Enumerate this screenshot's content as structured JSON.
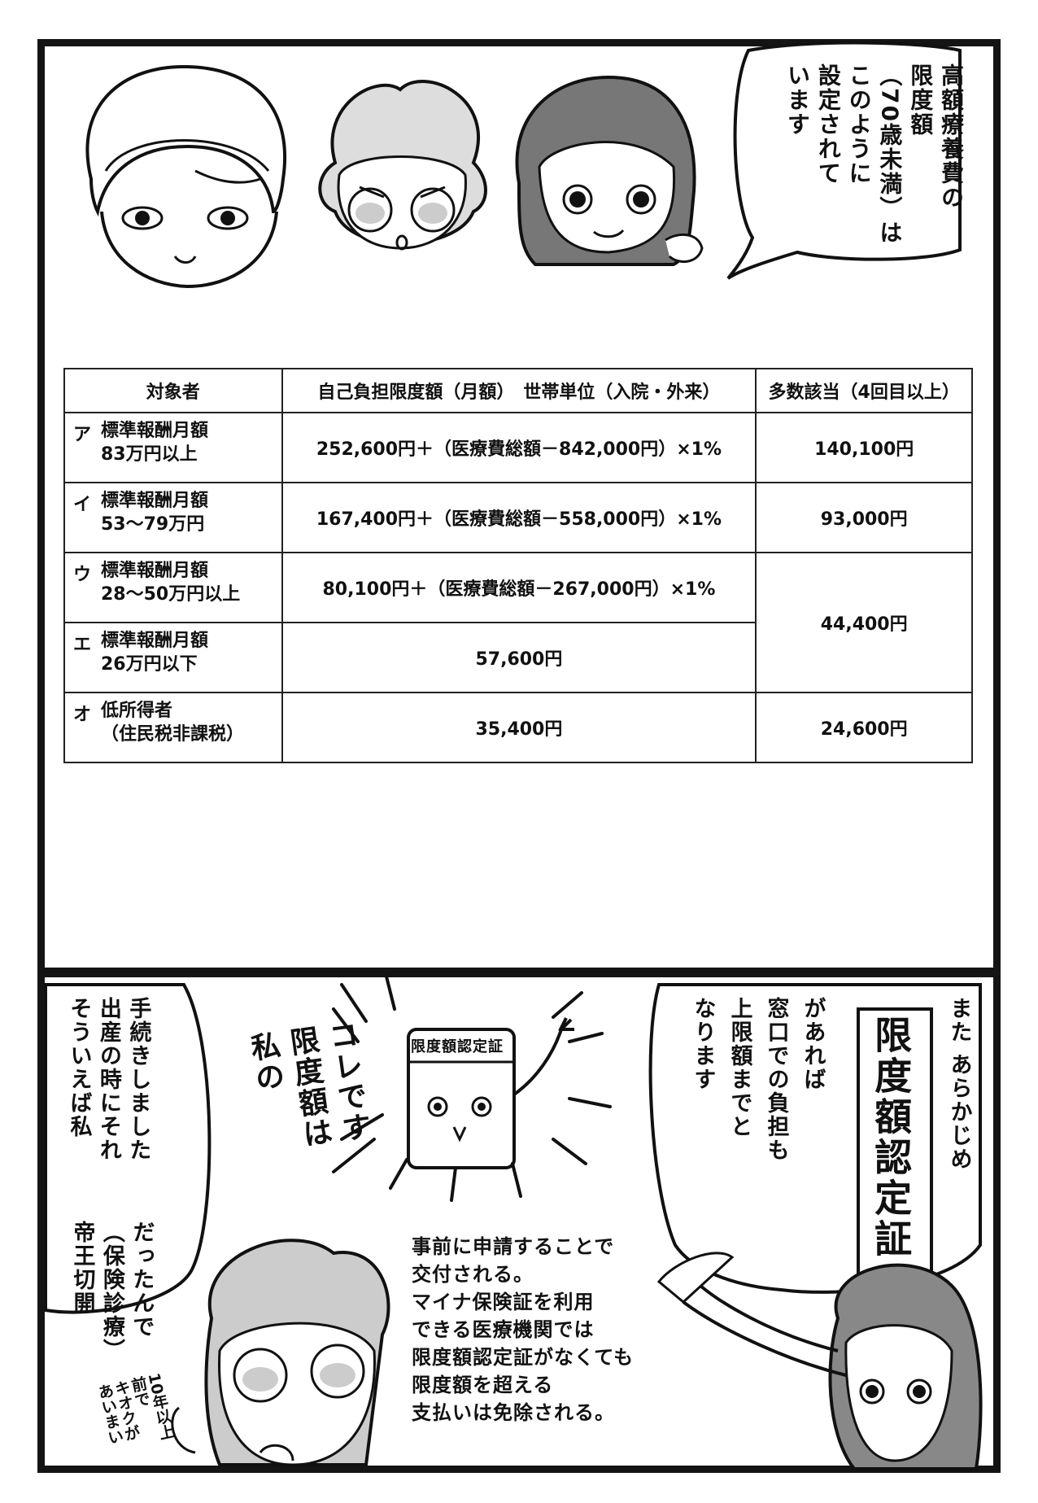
{
  "top_panel": {
    "speech": [
      "高額療養費の",
      "限度額",
      "（70歳未満）は",
      "このように",
      "設定されて",
      "います"
    ],
    "table": {
      "headers": [
        "対象者",
        "自己負担限度額（月額）　世帯単位（入院・外来）",
        "多数該当（4回目以上）"
      ],
      "rows": [
        {
          "letter": "ア",
          "target_line1": "標準報酬月額",
          "target_line2": "83万円以上",
          "limit": "252,600円＋（医療費総額－842,000円）×1%",
          "multiple": "140,100円"
        },
        {
          "letter": "イ",
          "target_line1": "標準報酬月額",
          "target_line2": "53～79万円",
          "limit": "167,400円＋（医療費総額－558,000円）×1%",
          "multiple": "93,000円"
        },
        {
          "letter": "ウ",
          "target_line1": "標準報酬月額",
          "target_line2": "28～50万円以上",
          "limit": "80,100円＋（医療費総額－267,000円）×1%",
          "multiple": "44,400円"
        },
        {
          "letter": "エ",
          "target_line1": "標準報酬月額",
          "target_line2": "26万円以下",
          "limit": "57,600円",
          "multiple": ""
        },
        {
          "letter": "オ",
          "target_line1": "低所得者",
          "target_line2": "（住民税非課税）",
          "limit": "35,400円",
          "multiple": "24,600円"
        }
      ]
    }
  },
  "bottom_panel": {
    "right_speech": {
      "line1": "また あらかじめ",
      "highlight": "限度額認定証",
      "line3": "があれば",
      "line4": "窓口での負担も",
      "line5": "上限額までと",
      "line6": "なります"
    },
    "card_label": "限度額認定証",
    "card_speech": [
      "私の",
      "限度額は",
      "コレです"
    ],
    "left_speech": [
      "そういえば私",
      "出産の時にそれ",
      "手続きしました"
    ],
    "left_speech2": [
      "帝王切開",
      "（保険診療）",
      "だったんで"
    ],
    "scribble": [
      "10年以上",
      "前で",
      "キオクが",
      "あいまい"
    ],
    "caption": [
      "事前に申請することで",
      "交付される。",
      "マイナ保険証を利用",
      "できる医療機関では",
      "限度額認定証がなくても",
      "限度額を超える",
      "支払いは免除される。"
    ]
  }
}
